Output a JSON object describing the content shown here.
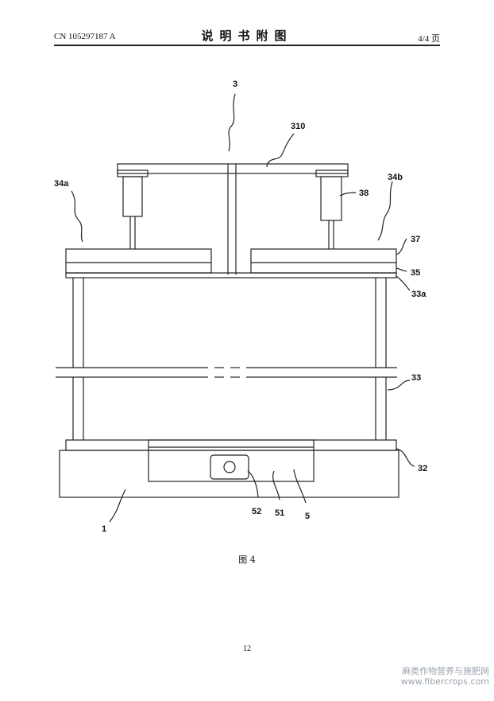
{
  "header": {
    "patent_no": "CN 105297187 A",
    "section_title": "说明书附图",
    "page_of": "4/4 页"
  },
  "figure": {
    "labels": {
      "l3": "3",
      "l310": "310",
      "l34a": "34a",
      "l34b": "34b",
      "l38": "38",
      "l37": "37",
      "l35": "35",
      "l33a": "33a",
      "l33": "33",
      "l32": "32",
      "l52": "52",
      "l51": "51",
      "l5": "5",
      "l1": "1"
    },
    "caption": "图 4"
  },
  "footer": {
    "page_number": "12",
    "watermark_line1": "麻类作物营养与施肥网",
    "watermark_line2": "www.fibercrops.com"
  }
}
